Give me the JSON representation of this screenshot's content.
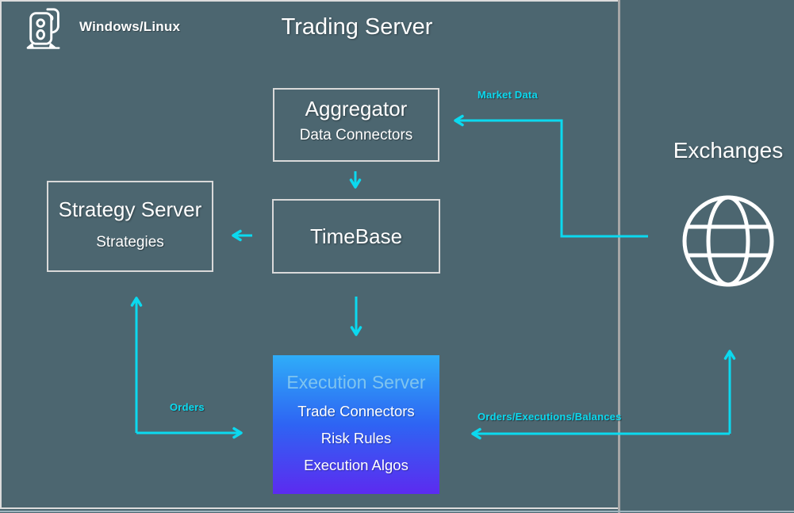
{
  "colors": {
    "background": "#4C6670",
    "frame_border": "#DCDCDC",
    "divider_gray": "#A6A6A6",
    "bottom_edge": "#9FB5BF",
    "box_border": "#D9D9D9",
    "accent_cyan": "#0BD9EF",
    "exec_gradient_top": "#2FADF8",
    "exec_gradient_mid": "#2E64F3",
    "exec_gradient_bottom": "#5C2BF0",
    "exec_title": "#7FC4EF"
  },
  "header": {
    "platform_label": "Windows/Linux",
    "platform_icon": "windows-linux-os-icon",
    "title": "Trading Server"
  },
  "nodes": {
    "aggregator": {
      "title": "Aggregator",
      "subtitle": "Data Connectors"
    },
    "timebase": {
      "title": "TimeBase"
    },
    "strategy_server": {
      "title": "Strategy Server",
      "subtitle": "Strategies"
    },
    "execution_server": {
      "title": "Execution Server",
      "items": [
        "Trade Connectors",
        "Risk Rules",
        "Execution Algos"
      ]
    },
    "exchanges": {
      "title": "Exchanges",
      "icon": "globe-icon"
    }
  },
  "flows": {
    "market_data": {
      "label": "Market Data",
      "from": "exchanges",
      "to": "aggregator"
    },
    "aggregator_to_timebase": {
      "label": "",
      "from": "aggregator",
      "to": "timebase"
    },
    "timebase_to_strategy": {
      "label": "",
      "from": "timebase",
      "to": "strategy_server"
    },
    "timebase_to_execution": {
      "label": "",
      "from": "timebase",
      "to": "execution_server"
    },
    "orders": {
      "label": "Orders",
      "from": "strategy_server",
      "to": "execution_server"
    },
    "orders_executions_balances": {
      "label": "Orders/Executions/Balances",
      "from": "execution_server",
      "to": "exchanges"
    }
  }
}
